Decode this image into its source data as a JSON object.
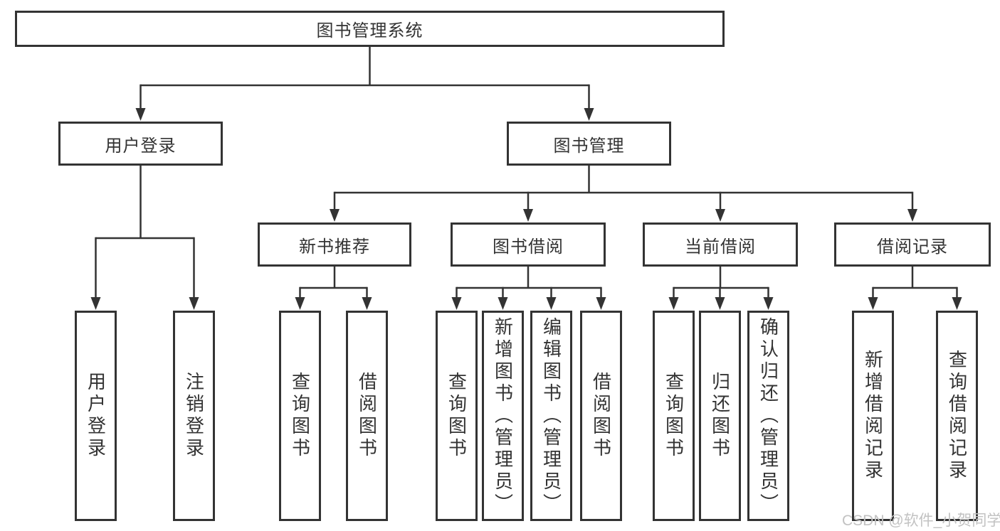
{
  "title": "图书管理系统",
  "level2": [
    {
      "id": "user-login",
      "label": "用户登录"
    },
    {
      "id": "book-management",
      "label": "图书管理"
    }
  ],
  "level3": [
    {
      "id": "new-book-recommend",
      "label": "新书推荐"
    },
    {
      "id": "book-borrow",
      "label": "图书借阅"
    },
    {
      "id": "current-borrow",
      "label": "当前借阅"
    },
    {
      "id": "borrow-record",
      "label": "借阅记录"
    }
  ],
  "leaves": [
    {
      "id": "user-login-leaf",
      "label": "用户登录",
      "parent": "user-login"
    },
    {
      "id": "logout",
      "label": "注销登录",
      "parent": "user-login"
    },
    {
      "id": "query-book-recommend",
      "label": "查询图书",
      "parent": "new-book-recommend"
    },
    {
      "id": "borrow-book-recommend",
      "label": "借阅图书",
      "parent": "new-book-recommend"
    },
    {
      "id": "query-book-borrow",
      "label": "查询图书",
      "parent": "book-borrow"
    },
    {
      "id": "add-book-admin",
      "label": "新增图书（管理员）",
      "parent": "book-borrow"
    },
    {
      "id": "edit-book-admin",
      "label": "编辑图书（管理员）",
      "parent": "book-borrow"
    },
    {
      "id": "borrow-book-borrow",
      "label": "借阅图书",
      "parent": "book-borrow"
    },
    {
      "id": "query-book-current",
      "label": "查询图书",
      "parent": "current-borrow"
    },
    {
      "id": "return-book",
      "label": "归还图书",
      "parent": "current-borrow"
    },
    {
      "id": "confirm-return-admin",
      "label": "确认归还（管理员）",
      "parent": "current-borrow"
    },
    {
      "id": "add-borrow-record",
      "label": "新增借阅记录",
      "parent": "borrow-record"
    },
    {
      "id": "query-borrow-record",
      "label": "查询借阅记录",
      "parent": "borrow-record"
    }
  ],
  "watermark": "CSDN @软件_小贺同学",
  "colors": {
    "line": "#333333",
    "background": "#ffffff",
    "watermark": "#c2c2c2"
  }
}
